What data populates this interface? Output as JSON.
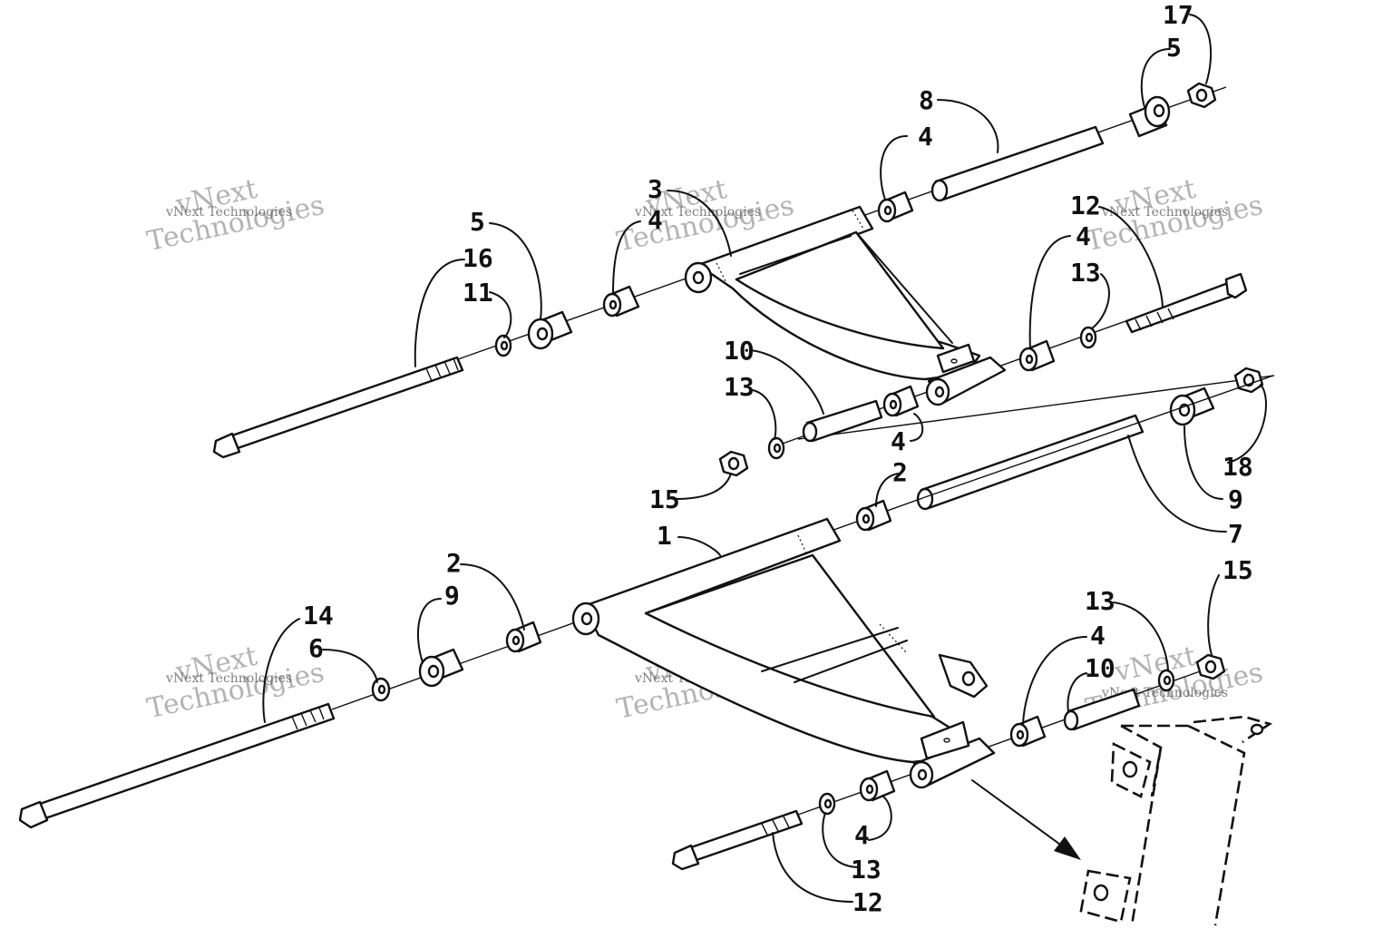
{
  "watermark": {
    "large_line1": "vNext",
    "large_line2": "Technologies",
    "small": "vNext Technologies"
  },
  "callouts": [
    {
      "id": "c17",
      "label": "17"
    },
    {
      "id": "c5a",
      "label": "5"
    },
    {
      "id": "c8",
      "label": "8"
    },
    {
      "id": "c4a",
      "label": "4"
    },
    {
      "id": "c3",
      "label": "3"
    },
    {
      "id": "c4b",
      "label": "4"
    },
    {
      "id": "c12a",
      "label": "12"
    },
    {
      "id": "c4c",
      "label": "4"
    },
    {
      "id": "c13a",
      "label": "13"
    },
    {
      "id": "c5b",
      "label": "5"
    },
    {
      "id": "c16",
      "label": "16"
    },
    {
      "id": "c11",
      "label": "11"
    },
    {
      "id": "c10a",
      "label": "10"
    },
    {
      "id": "c13b",
      "label": "13"
    },
    {
      "id": "c4d",
      "label": "4"
    },
    {
      "id": "c18",
      "label": "18"
    },
    {
      "id": "c15a",
      "label": "15"
    },
    {
      "id": "c2a",
      "label": "2"
    },
    {
      "id": "c9a",
      "label": "9"
    },
    {
      "id": "c1",
      "label": "1"
    },
    {
      "id": "c7",
      "label": "7"
    },
    {
      "id": "c2b",
      "label": "2"
    },
    {
      "id": "c9b",
      "label": "9"
    },
    {
      "id": "c15b",
      "label": "15"
    },
    {
      "id": "c14",
      "label": "14"
    },
    {
      "id": "c6",
      "label": "6"
    },
    {
      "id": "c13c",
      "label": "13"
    },
    {
      "id": "c4e",
      "label": "4"
    },
    {
      "id": "c10b",
      "label": "10"
    },
    {
      "id": "c4f",
      "label": "4"
    },
    {
      "id": "c13d",
      "label": "13"
    },
    {
      "id": "c12b",
      "label": "12"
    }
  ]
}
